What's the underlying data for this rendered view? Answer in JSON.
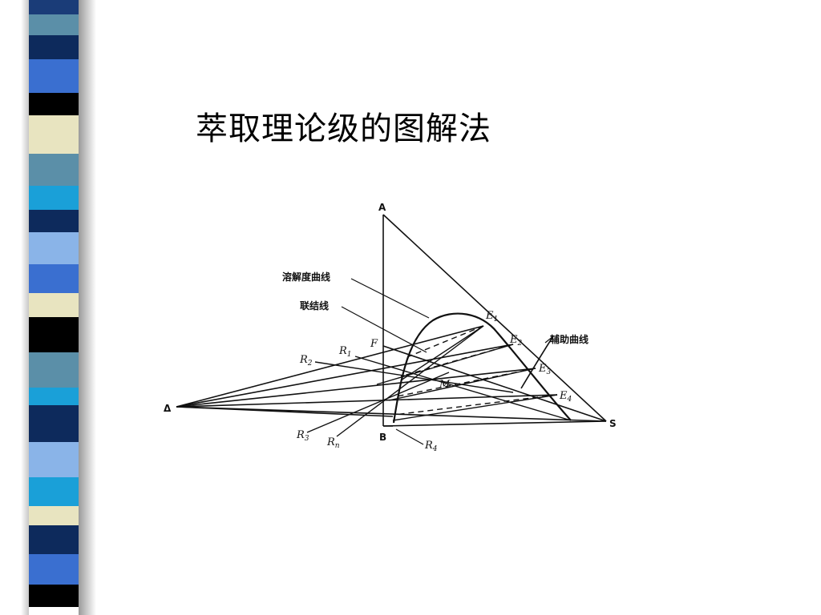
{
  "slide": {
    "title": "萃取理论级的图解法"
  },
  "decor": {
    "stripes": [
      {
        "color": "#1a3c78",
        "h": 18
      },
      {
        "color": "#5b8fa8",
        "h": 26
      },
      {
        "color": "#0d2a5c",
        "h": 30
      },
      {
        "color": "#3a6fd0",
        "h": 42
      },
      {
        "color": "#000000",
        "h": 28
      },
      {
        "color": "#e8e4c0",
        "h": 48
      },
      {
        "color": "#5b8fa8",
        "h": 40
      },
      {
        "color": "#1aa0d8",
        "h": 30
      },
      {
        "color": "#0d2a5c",
        "h": 28
      },
      {
        "color": "#8ab4e8",
        "h": 40
      },
      {
        "color": "#3a6fd0",
        "h": 36
      },
      {
        "color": "#e8e4c0",
        "h": 30
      },
      {
        "color": "#000000",
        "h": 44
      },
      {
        "color": "#5b8fa8",
        "h": 44
      },
      {
        "color": "#1aa0d8",
        "h": 22
      },
      {
        "color": "#0d2a5c",
        "h": 46
      },
      {
        "color": "#8ab4e8",
        "h": 44
      },
      {
        "color": "#1aa0d8",
        "h": 36
      },
      {
        "color": "#e8e4c0",
        "h": 24
      },
      {
        "color": "#0d2a5c",
        "h": 36
      },
      {
        "color": "#3a6fd0",
        "h": 38
      },
      {
        "color": "#000000",
        "h": 28
      }
    ]
  },
  "diagram": {
    "vertices": {
      "A": "A",
      "B": "B",
      "S": "S",
      "delta": "Δ"
    },
    "points": {
      "F": "F",
      "M": "M"
    },
    "raffinate": {
      "R1": "R",
      "R1_sub": "1",
      "R2": "R",
      "R2_sub": "2",
      "R3": "R",
      "R3_sub": "3",
      "Rn": "R",
      "Rn_sub": "n",
      "R4": "R",
      "R4_sub": "4"
    },
    "extract": {
      "E1": "E",
      "E1_sub": "1",
      "E2": "E",
      "E2_sub": "2",
      "E3": "E",
      "E3_sub": "3",
      "E4": "E",
      "E4_sub": "4"
    },
    "annotations": {
      "solubility_curve": "溶解度曲线",
      "tie_line": "联结线",
      "auxiliary_curve": "辅助曲线"
    }
  }
}
